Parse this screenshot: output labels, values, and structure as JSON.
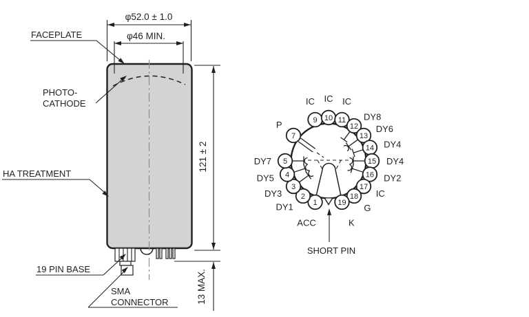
{
  "colors": {
    "ink": "#231f20",
    "tube_fill": "#d2d3d4",
    "background": "#ffffff"
  },
  "tube_view": {
    "dims": {
      "outer_diameter": "φ52.0 ± 1.0",
      "faceplate_diameter": "φ46 MIN.",
      "body_height": "121 ± 2",
      "base_height": "13 MAX."
    },
    "labels": {
      "faceplate": "FACEPLATE",
      "photocathode_line1": "PHOTO-",
      "photocathode_line2": "CATHODE",
      "ha_treatment": "HA TREATMENT",
      "pin_base": "19 PIN BASE",
      "sma_line1": "SMA",
      "sma_line2": "CONNECTOR"
    }
  },
  "pin_diagram": {
    "short_pin_label": "SHORT PIN",
    "pins": [
      {
        "number": "1",
        "label": "ACC",
        "angle_deg": 198,
        "internal": ""
      },
      {
        "number": "2",
        "label": "DY1",
        "angle_deg": 216,
        "internal": ""
      },
      {
        "number": "3",
        "label": "DY3",
        "angle_deg": 234,
        "internal": "contact"
      },
      {
        "number": "4",
        "label": "DY5",
        "angle_deg": 252,
        "internal": "contact"
      },
      {
        "number": "5",
        "label": "DY7",
        "angle_deg": 270,
        "internal": "contact"
      },
      {
        "number": "7",
        "label": "P",
        "angle_deg": 306,
        "internal": "coax"
      },
      {
        "number": "9",
        "label": "IC",
        "angle_deg": 342,
        "internal": ""
      },
      {
        "number": "10",
        "label": "IC",
        "angle_deg": 0,
        "internal": ""
      },
      {
        "number": "11",
        "label": "IC",
        "angle_deg": 18,
        "internal": ""
      },
      {
        "number": "12",
        "label": "DY8",
        "angle_deg": 36,
        "internal": "stub"
      },
      {
        "number": "13",
        "label": "DY6",
        "angle_deg": 54,
        "internal": "contact"
      },
      {
        "number": "14",
        "label": "DY4",
        "angle_deg": 72,
        "internal": "stub"
      },
      {
        "number": "15",
        "label": "DY4",
        "angle_deg": 90,
        "internal": "contact"
      },
      {
        "number": "16",
        "label": "DY2",
        "angle_deg": 108,
        "internal": "contact"
      },
      {
        "number": "17",
        "label": "IC",
        "angle_deg": 126,
        "internal": ""
      },
      {
        "number": "18",
        "label": "G",
        "angle_deg": 144,
        "internal": ""
      },
      {
        "number": "19",
        "label": "K",
        "angle_deg": 162,
        "internal": ""
      }
    ]
  }
}
